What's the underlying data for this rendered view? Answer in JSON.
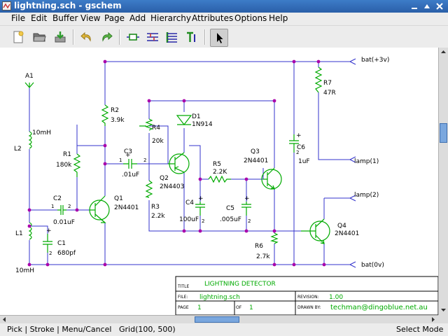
{
  "window": {
    "title": "lightning.sch - gschem"
  },
  "menu": [
    "File",
    "Edit",
    "Buffer",
    "View",
    "Page",
    "Add",
    "Hierarchy",
    "Attributes",
    "Options",
    "Help"
  ],
  "toolbar": {
    "buttons": [
      {
        "name": "new-file-button",
        "icon": "new-file-icon"
      },
      {
        "name": "open-file-button",
        "icon": "folder-icon"
      },
      {
        "name": "save-file-button",
        "icon": "save-icon"
      },
      {
        "name": "undo-button",
        "icon": "undo-icon"
      },
      {
        "name": "redo-button",
        "icon": "redo-icon"
      },
      {
        "name": "add-component-button",
        "icon": "component-icon"
      },
      {
        "name": "add-net-button",
        "icon": "net-icon"
      },
      {
        "name": "add-bus-button",
        "icon": "bus-icon"
      },
      {
        "name": "add-text-button",
        "icon": "text-icon"
      },
      {
        "name": "select-mode-button",
        "icon": "pointer-icon"
      }
    ]
  },
  "schematic": {
    "components": {
      "A1": {
        "ref": "A1"
      },
      "L2": {
        "ref": "L2",
        "value": "10mH"
      },
      "L1": {
        "ref": "L1",
        "value": "10mH"
      },
      "R1": {
        "ref": "R1",
        "value": "180k"
      },
      "R2": {
        "ref": "R2",
        "value": "3.9k"
      },
      "R3": {
        "ref": "R3",
        "value": "2.2k"
      },
      "R4": {
        "ref": "R4",
        "value": "20k"
      },
      "R5": {
        "ref": "R5",
        "value": "2.2K"
      },
      "R6": {
        "ref": "R6",
        "value": "2.7k"
      },
      "R7": {
        "ref": "R7",
        "value": "47R"
      },
      "C1": {
        "ref": "C1",
        "value": "680pf"
      },
      "C2": {
        "ref": "C2",
        "value": "0.01uF"
      },
      "C3": {
        "ref": "C3",
        "value": ".01uF"
      },
      "C4": {
        "ref": "C4",
        "value": "100uF"
      },
      "C5": {
        "ref": "C5",
        "value": ".005uF"
      },
      "C6": {
        "ref": "C6",
        "value": "1uF"
      },
      "D1": {
        "ref": "D1",
        "value": "1N914"
      },
      "Q1": {
        "ref": "Q1",
        "value": "2N4401"
      },
      "Q2": {
        "ref": "Q2",
        "value": "2N4403"
      },
      "Q3": {
        "ref": "Q3",
        "value": "2N4401"
      },
      "Q4": {
        "ref": "Q4",
        "value": "2N4401"
      }
    },
    "pins": {
      "one": "1",
      "two": "2"
    },
    "ports": {
      "bat_pos": "bat(+3v)",
      "bat_neg": "bat(0v)",
      "lamp1": "lamp(1)",
      "lamp2": "lamp(2)"
    },
    "titleblock": {
      "title_label": "TITLE",
      "title": "LIGHTNING DETECTOR",
      "file_label": "FILE:",
      "file": "lightning.sch",
      "revision_label": "REVISION:",
      "revision": "1.00",
      "page_label": "PAGE",
      "page": "1",
      "of_label": "OF",
      "of": "1",
      "drawn_label": "DRAWN BY:",
      "drawn_by": "techman@dingoblue.net.au"
    }
  },
  "status": {
    "left": "Pick | Stroke | Menu/Cancel",
    "grid": "Grid(100, 500)",
    "mode": "Select Mode"
  },
  "colors": {
    "net": "#3333cc",
    "component": "#00aa00",
    "junction": "#aa00aa",
    "text": "#000000",
    "attribute": "#00aa00",
    "titleblock": "#000000"
  }
}
